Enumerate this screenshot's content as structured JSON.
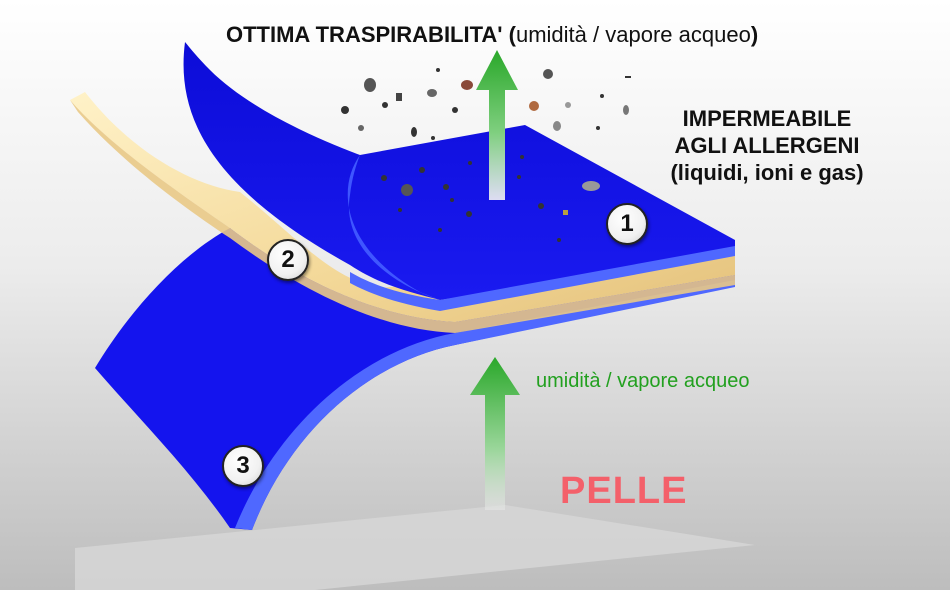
{
  "header": {
    "breathability_bold": "OTTIMA TRASPIRABILITA' (",
    "breathability_normal": "umidità / vapore acqueo",
    "breathability_close": ")"
  },
  "allergen_block": {
    "line1": "IMPERMEABILE",
    "line2": "AGLI ALLERGENI",
    "line3": "(liquidi, ioni e gas)"
  },
  "moisture_label": "umidità / vapore acqueo",
  "skin_label": "PELLE",
  "layers": [
    {
      "number": "1"
    },
    {
      "number": "2"
    },
    {
      "number": "3"
    }
  ],
  "colors": {
    "membrane_blue": "#1414ee",
    "membrane_blue_edge": "#4f68ff",
    "inner_layer": "#f7e3aa",
    "arrow_green": "#2aa02a",
    "skin_text": "#f4606a",
    "moisture_text": "#22a01f"
  }
}
